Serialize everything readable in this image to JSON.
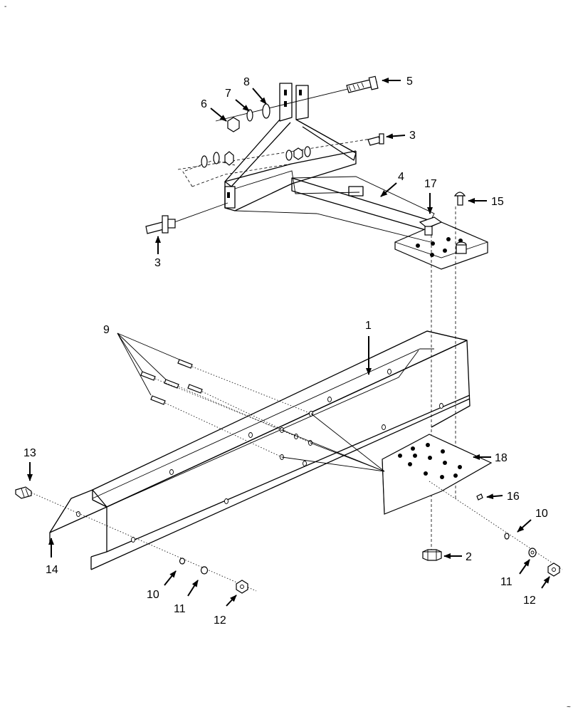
{
  "corner_marks": {
    "top_left": "-",
    "bottom_right": "~"
  },
  "callouts": [
    {
      "id": "c5",
      "label": "5"
    },
    {
      "id": "c8",
      "label": "8"
    },
    {
      "id": "c7",
      "label": "7"
    },
    {
      "id": "c6",
      "label": "6"
    },
    {
      "id": "c3a",
      "label": "3"
    },
    {
      "id": "c4",
      "label": "4"
    },
    {
      "id": "c17",
      "label": "17"
    },
    {
      "id": "c15",
      "label": "15"
    },
    {
      "id": "c3b",
      "label": "3"
    },
    {
      "id": "c9",
      "label": "9"
    },
    {
      "id": "c1",
      "label": "1"
    },
    {
      "id": "c13",
      "label": "13"
    },
    {
      "id": "c18",
      "label": "18"
    },
    {
      "id": "c16",
      "label": "16"
    },
    {
      "id": "c10a",
      "label": "10"
    },
    {
      "id": "c14",
      "label": "14"
    },
    {
      "id": "c2",
      "label": "2"
    },
    {
      "id": "c11a",
      "label": "11"
    },
    {
      "id": "c12a",
      "label": "12"
    },
    {
      "id": "c10b",
      "label": "10"
    },
    {
      "id": "c11b",
      "label": "11"
    },
    {
      "id": "c12b",
      "label": "12"
    }
  ]
}
